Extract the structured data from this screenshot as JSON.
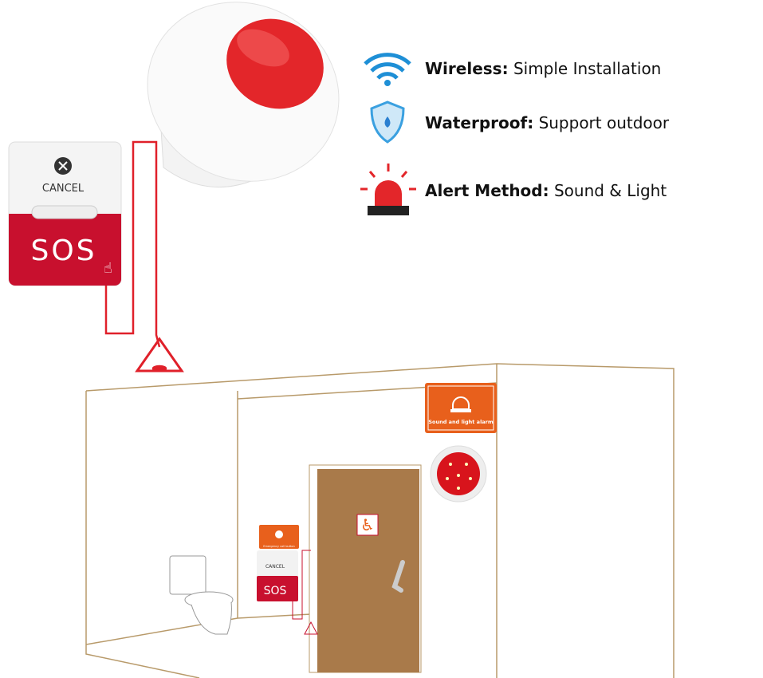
{
  "features": [
    {
      "icon": "wifi-icon",
      "label": "Wireless:",
      "text": "Simple Installation"
    },
    {
      "icon": "waterproof-shield-icon",
      "label": "Waterproof:",
      "text": "Support outdoor"
    },
    {
      "icon": "alarm-beacon-icon",
      "label": "Alert Method:",
      "text": "Sound & Light"
    }
  ],
  "button": {
    "cancel_label": "CANCEL",
    "sos_label": "SOS"
  },
  "signs": {
    "alarm_sign": "Sound and light alarm",
    "button_sign": "Emergency call button"
  },
  "colors": {
    "red": "#c8102e",
    "orange": "#e8601c",
    "door": "#a97a4a",
    "wifi_blue": "#1e8fd6"
  }
}
